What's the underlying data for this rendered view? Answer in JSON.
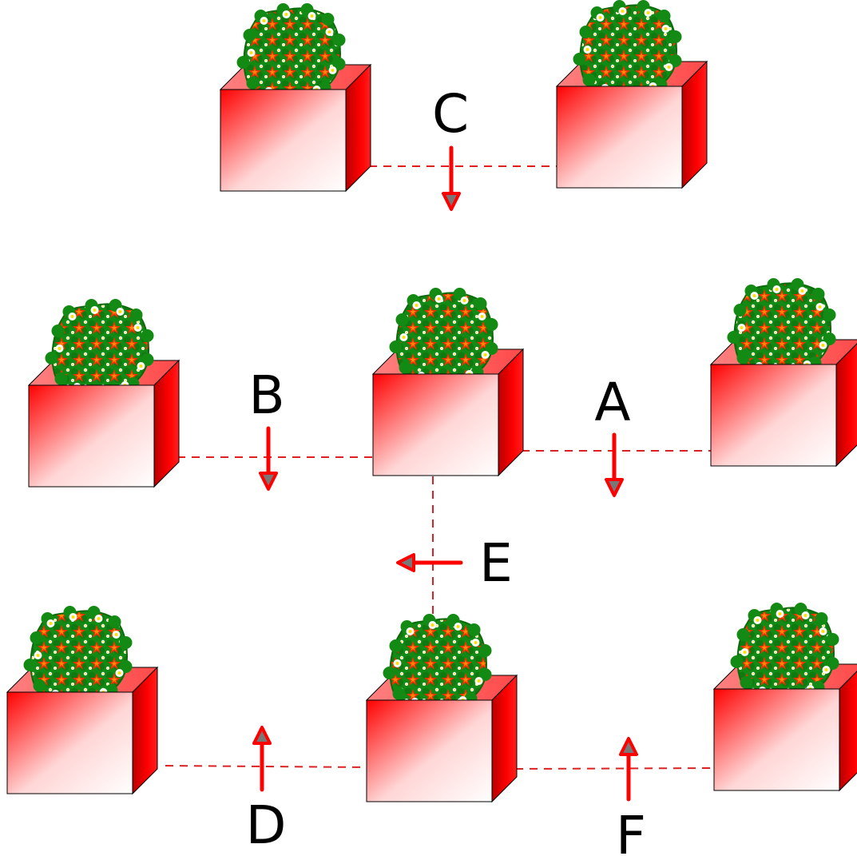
{
  "colors": {
    "box_red": "#ff0000",
    "box_dark_red": "#c00000",
    "box_top": "#ff6060",
    "line": "#e02020",
    "arrow": "#ff0000",
    "arrow_head": "#777777",
    "leaf": "#138a13",
    "leaf_dark": "#0b6a0b",
    "flower_red": "#ff2a00",
    "flower_orange": "#ff8c00",
    "flower_white": "#ffffff",
    "flower_center": "#ffe000"
  },
  "icons": {
    "planter": "planter-box-icon",
    "plant": "flower-bush-icon",
    "arrow": "direction-arrow-icon"
  },
  "labels": {
    "A": "A",
    "B": "B",
    "C": "C",
    "D": "D",
    "E": "E",
    "F": "F"
  },
  "arrows": [
    {
      "label": "A",
      "direction": "down"
    },
    {
      "label": "B",
      "direction": "down"
    },
    {
      "label": "C",
      "direction": "down"
    },
    {
      "label": "D",
      "direction": "up"
    },
    {
      "label": "E",
      "direction": "left"
    },
    {
      "label": "F",
      "direction": "up"
    }
  ]
}
